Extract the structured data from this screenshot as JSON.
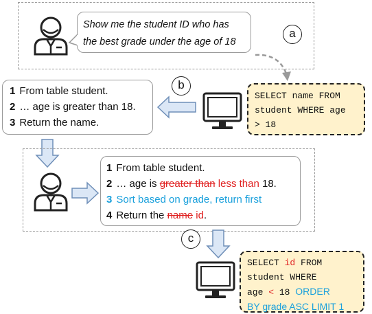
{
  "query": {
    "line1": "Show me the student ID who has",
    "line2": "the best grade under the age of 18"
  },
  "labels": {
    "a": "a",
    "b": "b",
    "c": "c"
  },
  "sql1": {
    "line1": "SELECT name FROM",
    "line2": "student WHERE age",
    "line3": "> 18"
  },
  "steps1": [
    {
      "num": "1",
      "text": "From table student."
    },
    {
      "num": "2",
      "text": "… age is greater than 18."
    },
    {
      "num": "3",
      "text": "Return the name."
    }
  ],
  "steps2": {
    "s1": {
      "num": "1",
      "text": "From table student."
    },
    "s2": {
      "num": "2",
      "prefix": "… age is ",
      "struck": "greater than",
      "replacement": " less than",
      "suffix": " 18."
    },
    "s3": {
      "num": "3",
      "text": "Sort based on grade, return first"
    },
    "s4": {
      "num": "4",
      "prefix": "Return the ",
      "struck": "name",
      "replacement": " id",
      "suffix": "."
    }
  },
  "sql2": {
    "l1_a": "SELECT ",
    "l1_id": "id",
    "l1_b": " FROM",
    "line2": "student WHERE",
    "l3_a": "age ",
    "l3_lt": "<",
    "l3_b": " 18 ",
    "l3_order": "ORDER",
    "line4": "BY grade ASC LIMIT 1"
  },
  "colors": {
    "correction_red": "#e02020",
    "addition_blue": "#1aa0dc",
    "sql_bg": "#fff2cc",
    "arrow_fill": "#dbe7f6",
    "arrow_stroke": "#6f8fb8"
  },
  "icons": [
    "user-icon",
    "computer-monitor-icon",
    "block-arrow-icon",
    "curved-dashed-arrow-icon"
  ]
}
